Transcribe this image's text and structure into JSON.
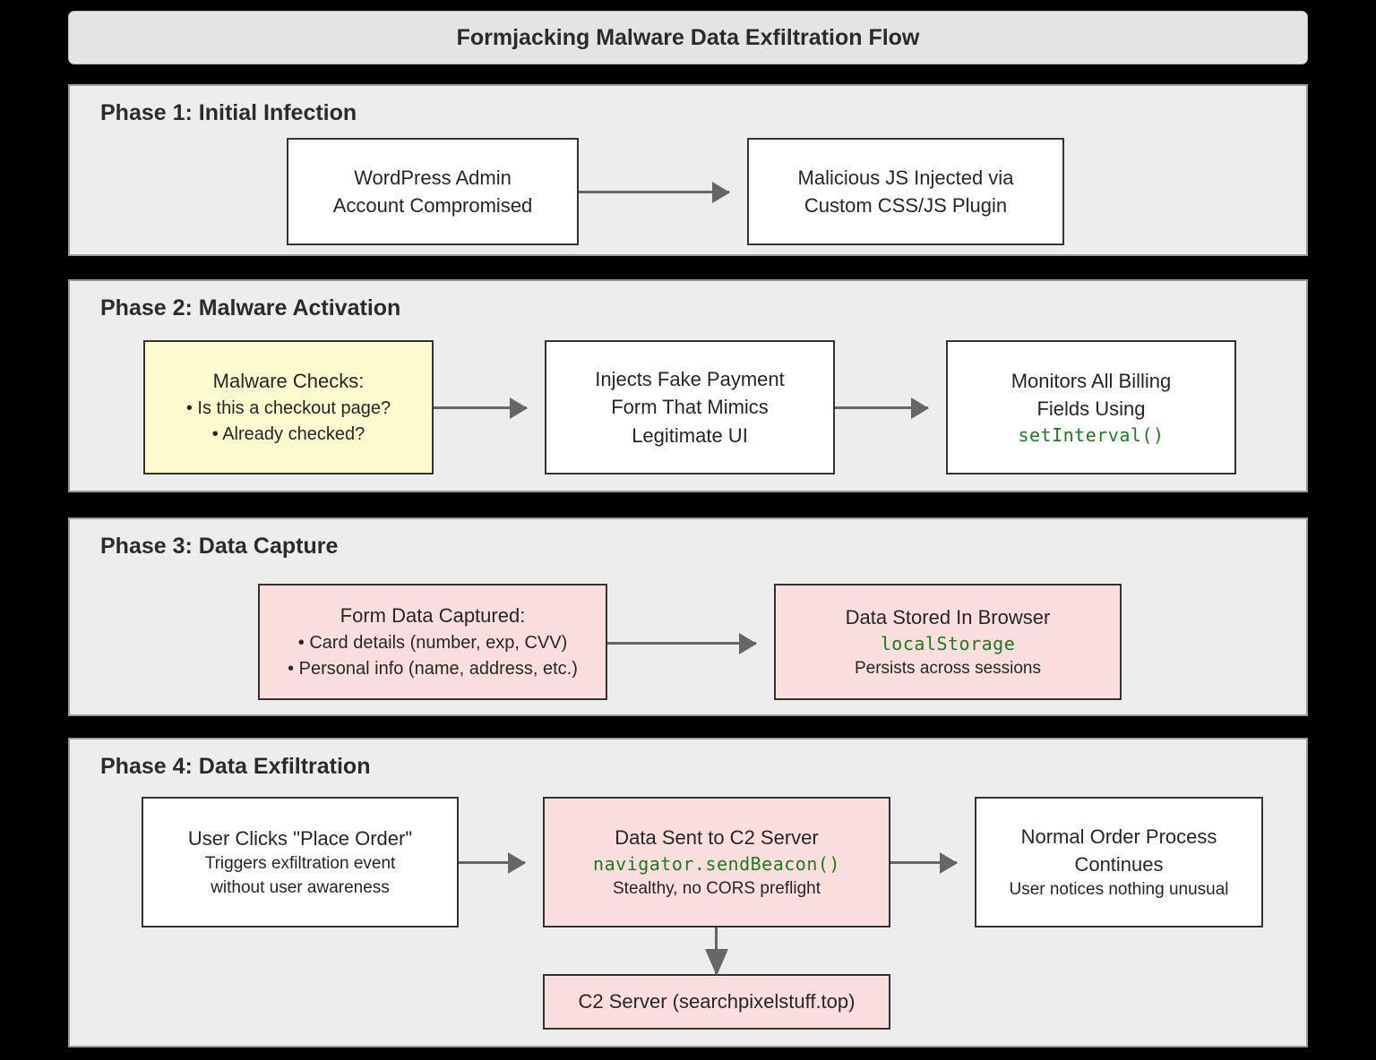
{
  "title": "Formjacking Malware Data Exfiltration Flow",
  "phases": [
    {
      "id": "phase1",
      "title": "Phase 1: Initial Infection",
      "nodes": [
        {
          "id": "wordpress-admin-compromised",
          "fill": "white",
          "lines": [
            {
              "text": "WordPress Admin",
              "style": "normal"
            },
            {
              "text": "Account Compromised",
              "style": "normal"
            }
          ]
        },
        {
          "id": "malicious-js-injected",
          "fill": "white",
          "lines": [
            {
              "text": "Malicious JS Injected via",
              "style": "normal"
            },
            {
              "text": "Custom CSS/JS Plugin",
              "style": "normal"
            }
          ]
        }
      ]
    },
    {
      "id": "phase2",
      "title": "Phase 2: Malware Activation",
      "nodes": [
        {
          "id": "malware-checks",
          "fill": "yellow",
          "lines": [
            {
              "text": "Malware Checks:",
              "style": "normal"
            },
            {
              "text": "• Is this a checkout page?",
              "style": "bullet"
            },
            {
              "text": "• Already checked?",
              "style": "bullet"
            }
          ]
        },
        {
          "id": "injects-fake-payment-form",
          "fill": "white",
          "lines": [
            {
              "text": "Injects Fake Payment",
              "style": "normal"
            },
            {
              "text": "Form That Mimics",
              "style": "normal"
            },
            {
              "text": "Legitimate UI",
              "style": "normal"
            }
          ]
        },
        {
          "id": "monitors-billing-fields",
          "fill": "white",
          "lines": [
            {
              "text": "Monitors All Billing",
              "style": "normal"
            },
            {
              "text": "Fields Using",
              "style": "normal"
            },
            {
              "text": "setInterval()",
              "style": "code"
            }
          ]
        }
      ]
    },
    {
      "id": "phase3",
      "title": "Phase 3: Data Capture",
      "nodes": [
        {
          "id": "form-data-captured",
          "fill": "pink",
          "lines": [
            {
              "text": "Form Data Captured:",
              "style": "normal"
            },
            {
              "text": "• Card details (number, exp, CVV)",
              "style": "bullet"
            },
            {
              "text": "• Personal info (name, address, etc.)",
              "style": "bullet"
            }
          ]
        },
        {
          "id": "data-stored-in-browser",
          "fill": "pink",
          "lines": [
            {
              "text": "Data Stored In Browser",
              "style": "normal"
            },
            {
              "text": "localStorage",
              "style": "code"
            },
            {
              "text": "Persists across sessions",
              "style": "small"
            }
          ]
        }
      ]
    },
    {
      "id": "phase4",
      "title": "Phase 4: Data Exfiltration",
      "nodes": [
        {
          "id": "user-clicks-place-order",
          "fill": "white",
          "lines": [
            {
              "text": "User Clicks \"Place Order\"",
              "style": "normal"
            },
            {
              "text": "Triggers exfiltration event",
              "style": "small"
            },
            {
              "text": "without user awareness",
              "style": "small"
            }
          ]
        },
        {
          "id": "data-sent-to-c2-server",
          "fill": "pink",
          "lines": [
            {
              "text": "Data Sent to C2 Server",
              "style": "normal"
            },
            {
              "text": "navigator.sendBeacon()",
              "style": "code"
            },
            {
              "text": "Stealthy, no CORS preflight",
              "style": "small"
            }
          ]
        },
        {
          "id": "normal-order-process",
          "fill": "white",
          "lines": [
            {
              "text": "Normal Order Process",
              "style": "normal"
            },
            {
              "text": "Continues",
              "style": "normal"
            },
            {
              "text": "User notices nothing unusual",
              "style": "small"
            }
          ]
        },
        {
          "id": "c2-server-domain",
          "fill": "pink",
          "lines": [
            {
              "text": "C2 Server (searchpixelstuff.top)",
              "style": "normal"
            }
          ]
        }
      ]
    }
  ],
  "colors": {
    "background": "#000000",
    "phase_fill": "#ededed",
    "phase_border": "#9a9a9a",
    "title_fill": "#e4e4e4",
    "node_border": "#333333",
    "node_white": "#ffffff",
    "node_yellow": "#fbfbcf",
    "node_pink": "#fadedd",
    "arrow": "#666666",
    "code_text": "#1d7a1d",
    "text": "#262626"
  }
}
